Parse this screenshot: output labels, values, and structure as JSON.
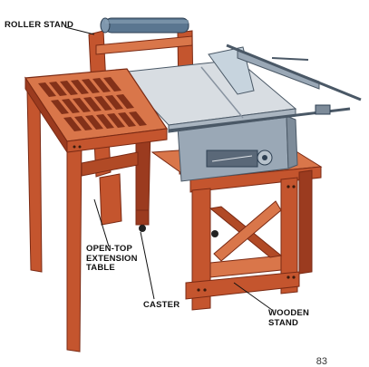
{
  "labels": {
    "roller_stand": "ROLLER STAND",
    "extension_table": [
      "OPEN-TOP",
      "EXTENSION",
      "TABLE"
    ],
    "caster": "CASTER",
    "wooden_stand": [
      "WOODEN",
      "STAND"
    ]
  },
  "page_number": "83",
  "colors": {
    "wood_light": "#d9764a",
    "wood_mid": "#c4552e",
    "wood_dark": "#9b3b1f",
    "wood_shadow": "#7a2a14",
    "saw_body": "#9aa8b6",
    "saw_top": "#d8dde2",
    "roller": "#5a7690"
  }
}
